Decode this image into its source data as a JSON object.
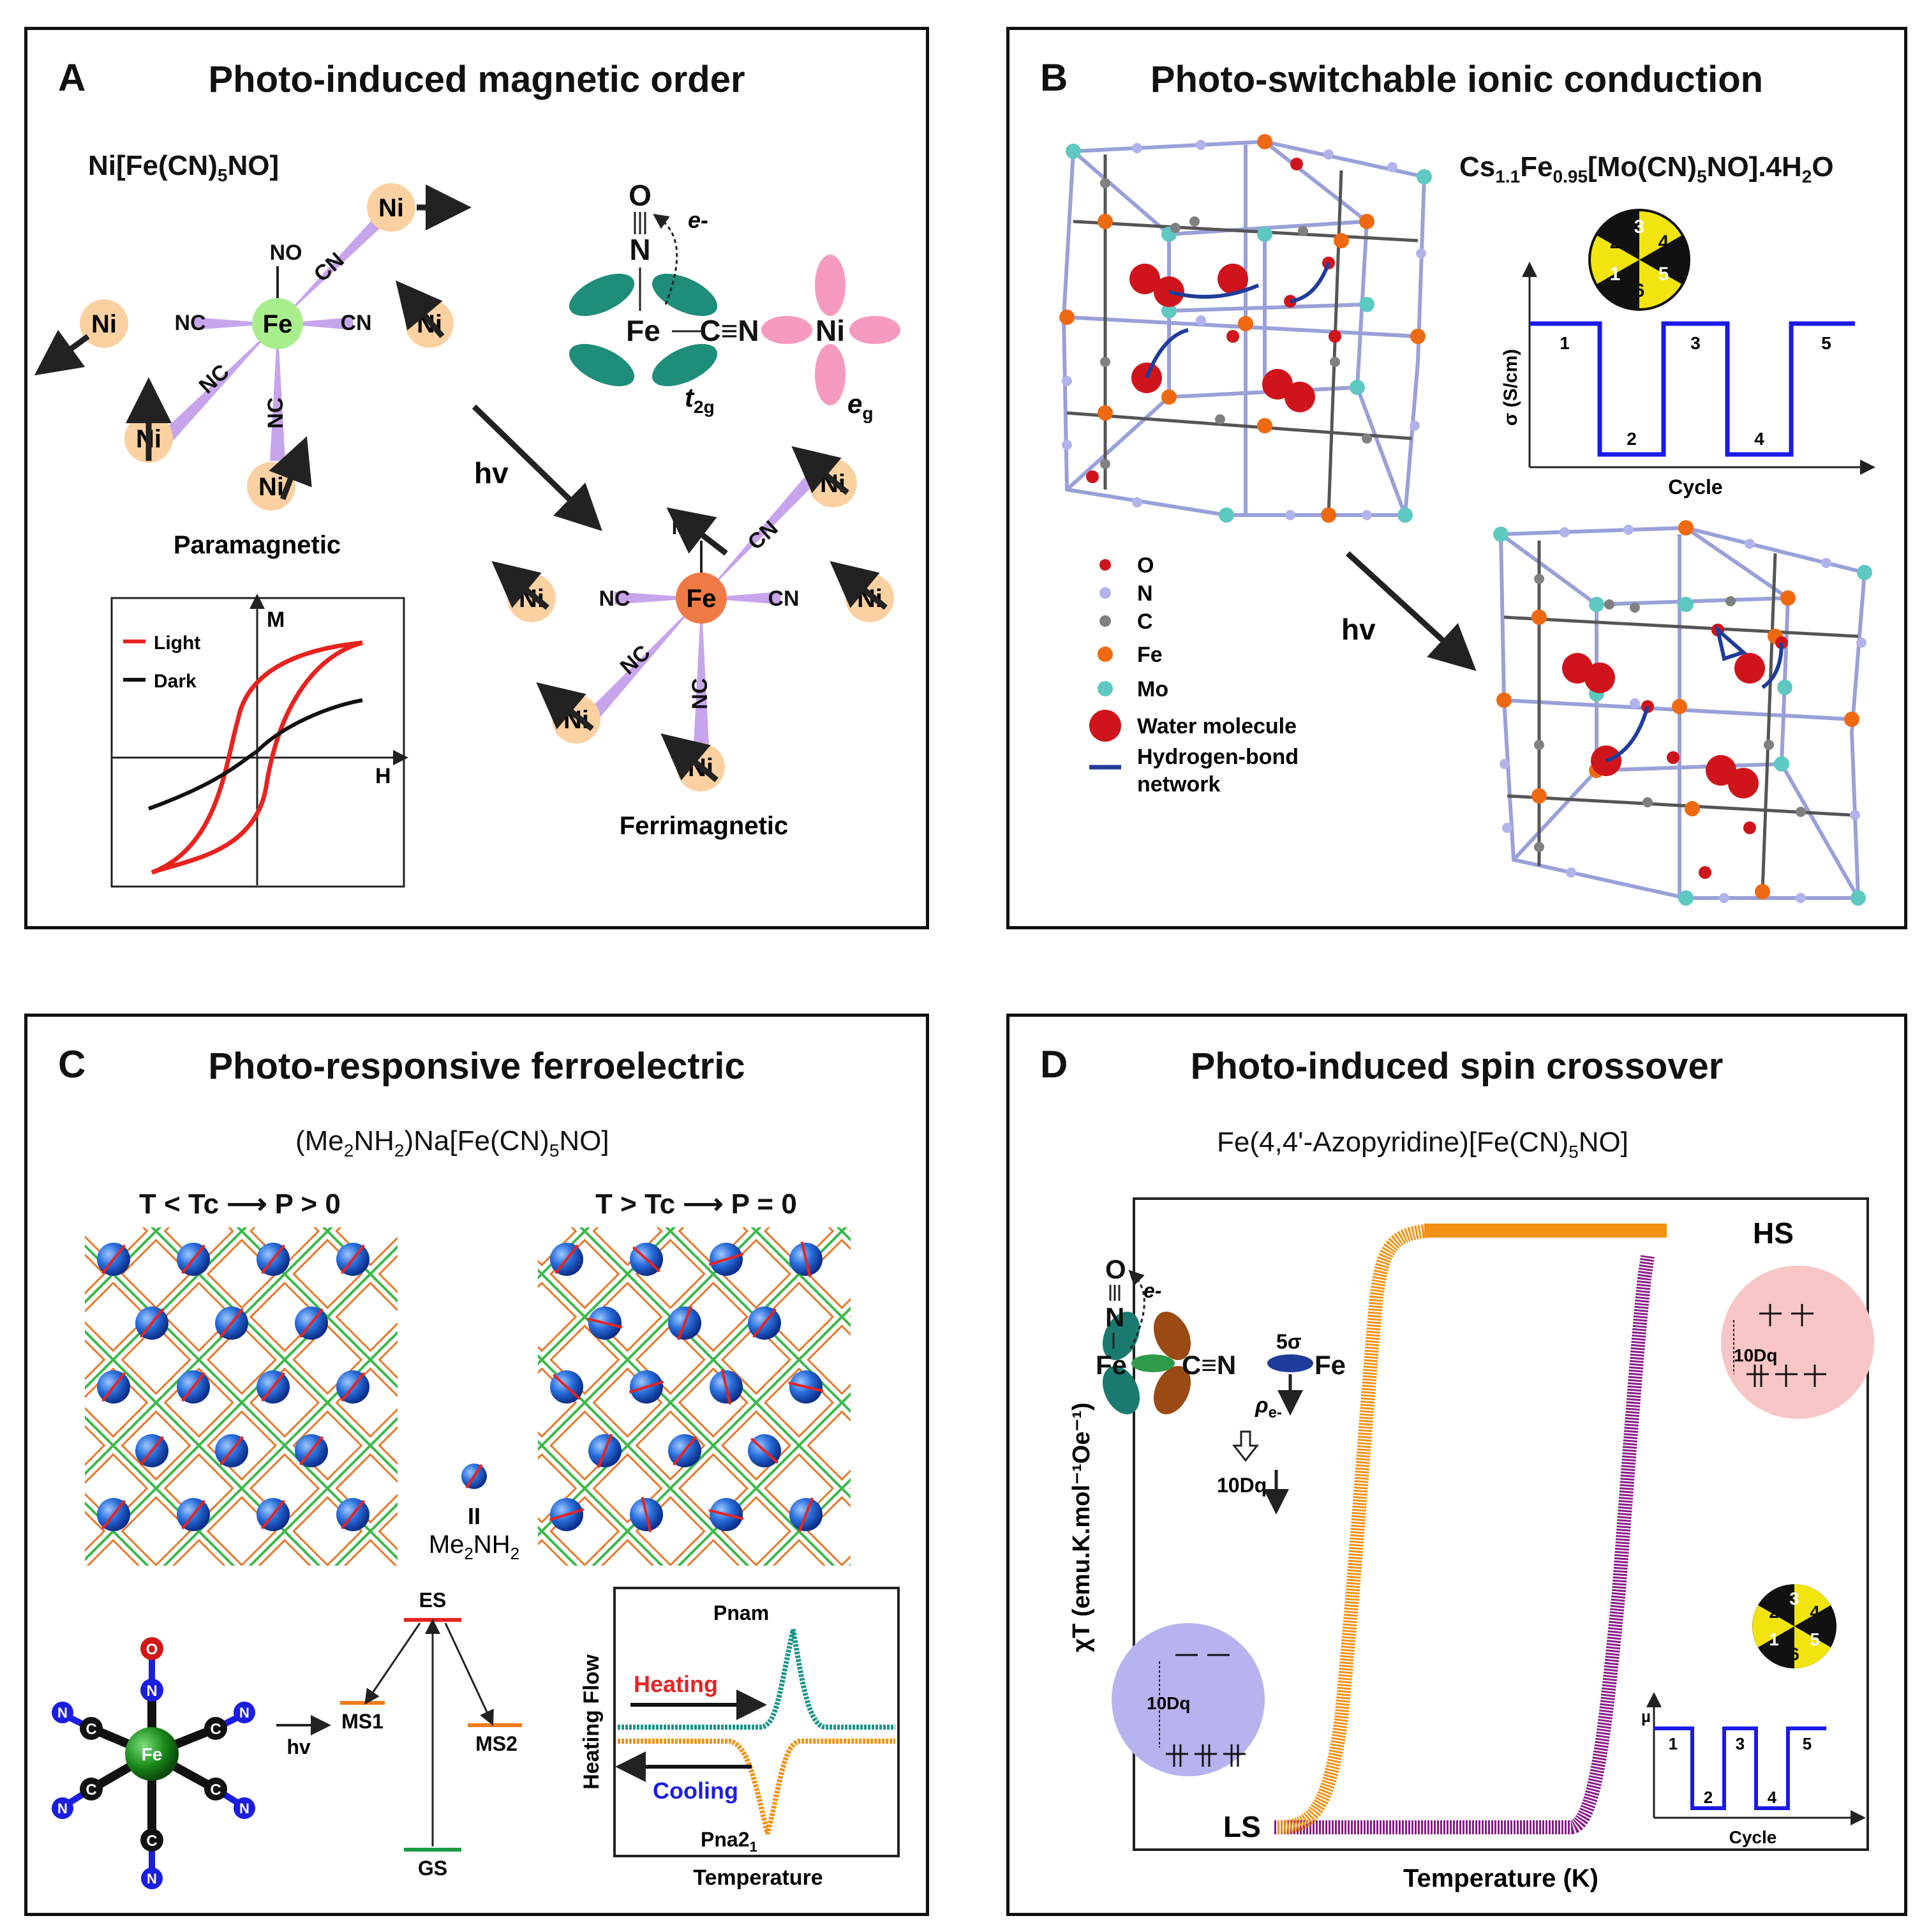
{
  "panels": {
    "a": {
      "letter": "A",
      "title": "Photo-induced magnetic order",
      "compound": "Ni[Fe(CN)5NO]",
      "compound_parts": {
        "pre": "Ni[Fe(CN)",
        "sub": "5",
        "post": "NO]"
      },
      "hv": "hv",
      "state_left": "Paramagnetic",
      "state_right": "Ferrimagnetic",
      "atom_ni": "Ni",
      "atom_fe": "Fe",
      "ligand_nc": "NC",
      "ligand_cn": "CN",
      "ligand_no": "NO",
      "orbital_o": "O",
      "orbital_n": "N",
      "orbital_fe": "Fe",
      "orbital_cn": "C≡N",
      "orbital_ni": "Ni",
      "electron": "e-",
      "t2g": "t",
      "t2g_sub": "2g",
      "eg": "e",
      "eg_sub": "g",
      "inset": {
        "ylabel": "M",
        "xlabel": "H",
        "legend": [
          "Light",
          "Dark"
        ],
        "colors": {
          "light": "#e8231f",
          "dark": "#111111"
        }
      }
    },
    "b": {
      "letter": "B",
      "title": "Photo-switchable ionic conduction",
      "formula": {
        "p1": "Cs",
        "s1": "1.1",
        "p2": "Fe",
        "s2": "0.95",
        "p3": "[Mo(CN)",
        "s3": "5",
        "p4": "NO].4H",
        "s4": "2",
        "p5": "O"
      },
      "hv": "hv",
      "legend": [
        {
          "label": "O",
          "color": "#d0141c"
        },
        {
          "label": "N",
          "color": "#b3b3ec"
        },
        {
          "label": "C",
          "color": "#808080"
        },
        {
          "label": "Fe",
          "color": "#ee6a12"
        },
        {
          "label": "Mo",
          "color": "#5ec9c2"
        }
      ],
      "legend_water": "Water molecule",
      "legend_hbond_1": "Hydrogen-bond",
      "legend_hbond_2": "network",
      "plot": {
        "ylabel": "σ (S/cm)",
        "xlabel": "Cycle",
        "steps": [
          "1",
          "2",
          "3",
          "4",
          "5"
        ]
      },
      "wheel": [
        "1",
        "2",
        "3",
        "4",
        "5",
        "6"
      ]
    },
    "c": {
      "letter": "C",
      "title": "Photo-responsive ferroelectric",
      "formula": {
        "p1": "(Me",
        "s1": "2",
        "p2": "NH",
        "s2": "2",
        "p3": ")Na[Fe(CN)",
        "s3": "5",
        "p4": "NO]"
      },
      "left_cond": "T < Tc ⟶ P > 0",
      "right_cond": "T > Tc ⟶ P = 0",
      "me2nh2_equals": "II",
      "me2nh2": {
        "p1": "Me",
        "s1": "2",
        "p2": "NH",
        "s2": "2"
      },
      "levels": {
        "es": "ES",
        "ms1": "MS1",
        "ms2": "MS2",
        "gs": "GS",
        "hv": "hv"
      },
      "dsc": {
        "ylabel": "Heating Flow",
        "xlabel": "Temperature",
        "heating": "Heating",
        "cooling": "Cooling",
        "peak_top": "Pnam",
        "peak_bottom": "Pna2",
        "peak_bottom_sub": "1"
      },
      "atoms": {
        "o": "O",
        "n": "N",
        "c": "C",
        "fe": "Fe"
      }
    },
    "d": {
      "letter": "D",
      "title": "Photo-induced spin crossover",
      "formula": {
        "p1": "Fe(4,4'-Azopyridine)[Fe(CN)",
        "s1": "5",
        "p2": "NO]"
      },
      "ylabel": "χT (emu.K.mol⁻¹Oe⁻¹)",
      "xlabel": "Temperature (K)",
      "hs": "HS",
      "ls": "LS",
      "tenDq": "10Dq",
      "five_sigma": "5σ",
      "rho": "ρ",
      "rho_sub": "e-",
      "electron": "e-",
      "atoms": {
        "o": "O",
        "n": "N",
        "fe": "Fe",
        "cn": "C≡N",
        "fe2": "Fe"
      },
      "cycle_plot": {
        "ylabel": "µ",
        "xlabel": "Cycle",
        "steps": [
          "1",
          "2",
          "3",
          "4",
          "5"
        ]
      },
      "wheel": [
        "1",
        "2",
        "3",
        "4",
        "5",
        "6"
      ],
      "colors": {
        "heating": "#f39113",
        "cooling": "#8a1a8a"
      }
    }
  }
}
